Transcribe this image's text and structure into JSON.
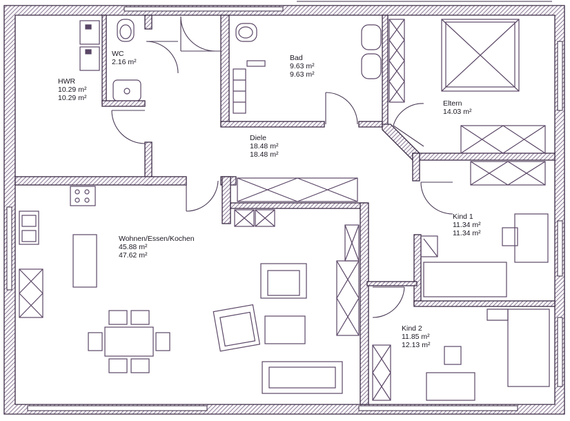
{
  "plan": {
    "colors": {
      "wall_outline": "#3a2a44",
      "wall_hatch": "#9a8aa4",
      "furniture": "#5a4666",
      "door": "#4a3a55",
      "background": "#ffffff",
      "text": "#1a1520"
    },
    "rooms": [
      {
        "id": "hwr",
        "name": "HWR",
        "area1": "10.29 m²",
        "area2": "10.29 m²"
      },
      {
        "id": "wc",
        "name": "WC",
        "area1": "2.16 m²"
      },
      {
        "id": "bad",
        "name": "Bad",
        "area1": "9.63 m²",
        "area2": "9.63 m²"
      },
      {
        "id": "eltern",
        "name": "Eltern",
        "area1": "14.03 m²"
      },
      {
        "id": "diele",
        "name": "Diele",
        "area1": "18.48 m²",
        "area2": "18.48 m²"
      },
      {
        "id": "wohnen",
        "name": "Wohnen/Essen/Kochen",
        "area1": "45.88 m²",
        "area2": "47.62 m²"
      },
      {
        "id": "kind1",
        "name": "Kind 1",
        "area1": "11.34 m²",
        "area2": "11.34 m²"
      },
      {
        "id": "kind2",
        "name": "Kind 2",
        "area1": "11.85 m²",
        "area2": "12.13 m²"
      }
    ]
  }
}
